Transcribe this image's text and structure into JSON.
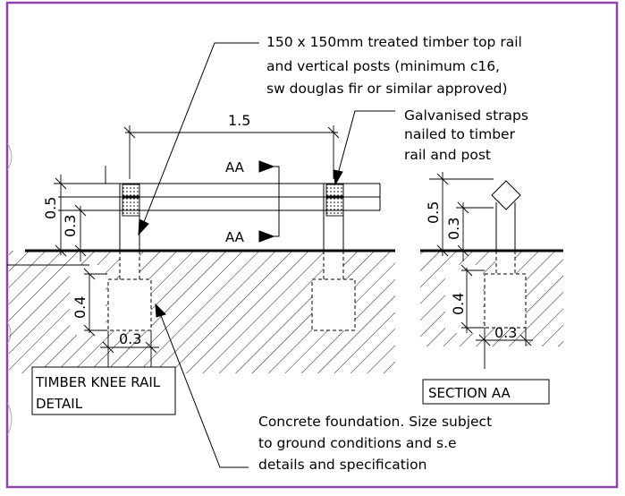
{
  "colors": {
    "frame": "#8e44ad",
    "ink": "#000000",
    "paper": "#ffffff"
  },
  "labels": {
    "timber_note_1": "150 x 150mm treated timber top rail",
    "timber_note_2": "and vertical posts (minimum c16,",
    "timber_note_3": "sw douglas fir or similar approved)",
    "straps_note_1": "Galvanised straps",
    "straps_note_2": "nailed to timber",
    "straps_note_3": "rail and post",
    "section_mark_top": "AA",
    "section_mark_bottom": "AA",
    "concrete_note_1": "Concrete foundation. Size subject",
    "concrete_note_2": "to ground conditions and s.e",
    "concrete_note_3": "details and specification",
    "detail_title_1": "TIMBER KNEE RAIL",
    "detail_title_2": "DETAIL",
    "section_title": "SECTION AA"
  },
  "dimensions": {
    "post_spacing": "1.5",
    "rail_height": "0.5",
    "rail_lower": "0.3",
    "foundation_depth": "0.4",
    "foundation_width": "0.3",
    "section_height": "0.5",
    "section_lower": "0.3",
    "section_foundation_depth": "0.4",
    "section_foundation_width": "0.3"
  }
}
